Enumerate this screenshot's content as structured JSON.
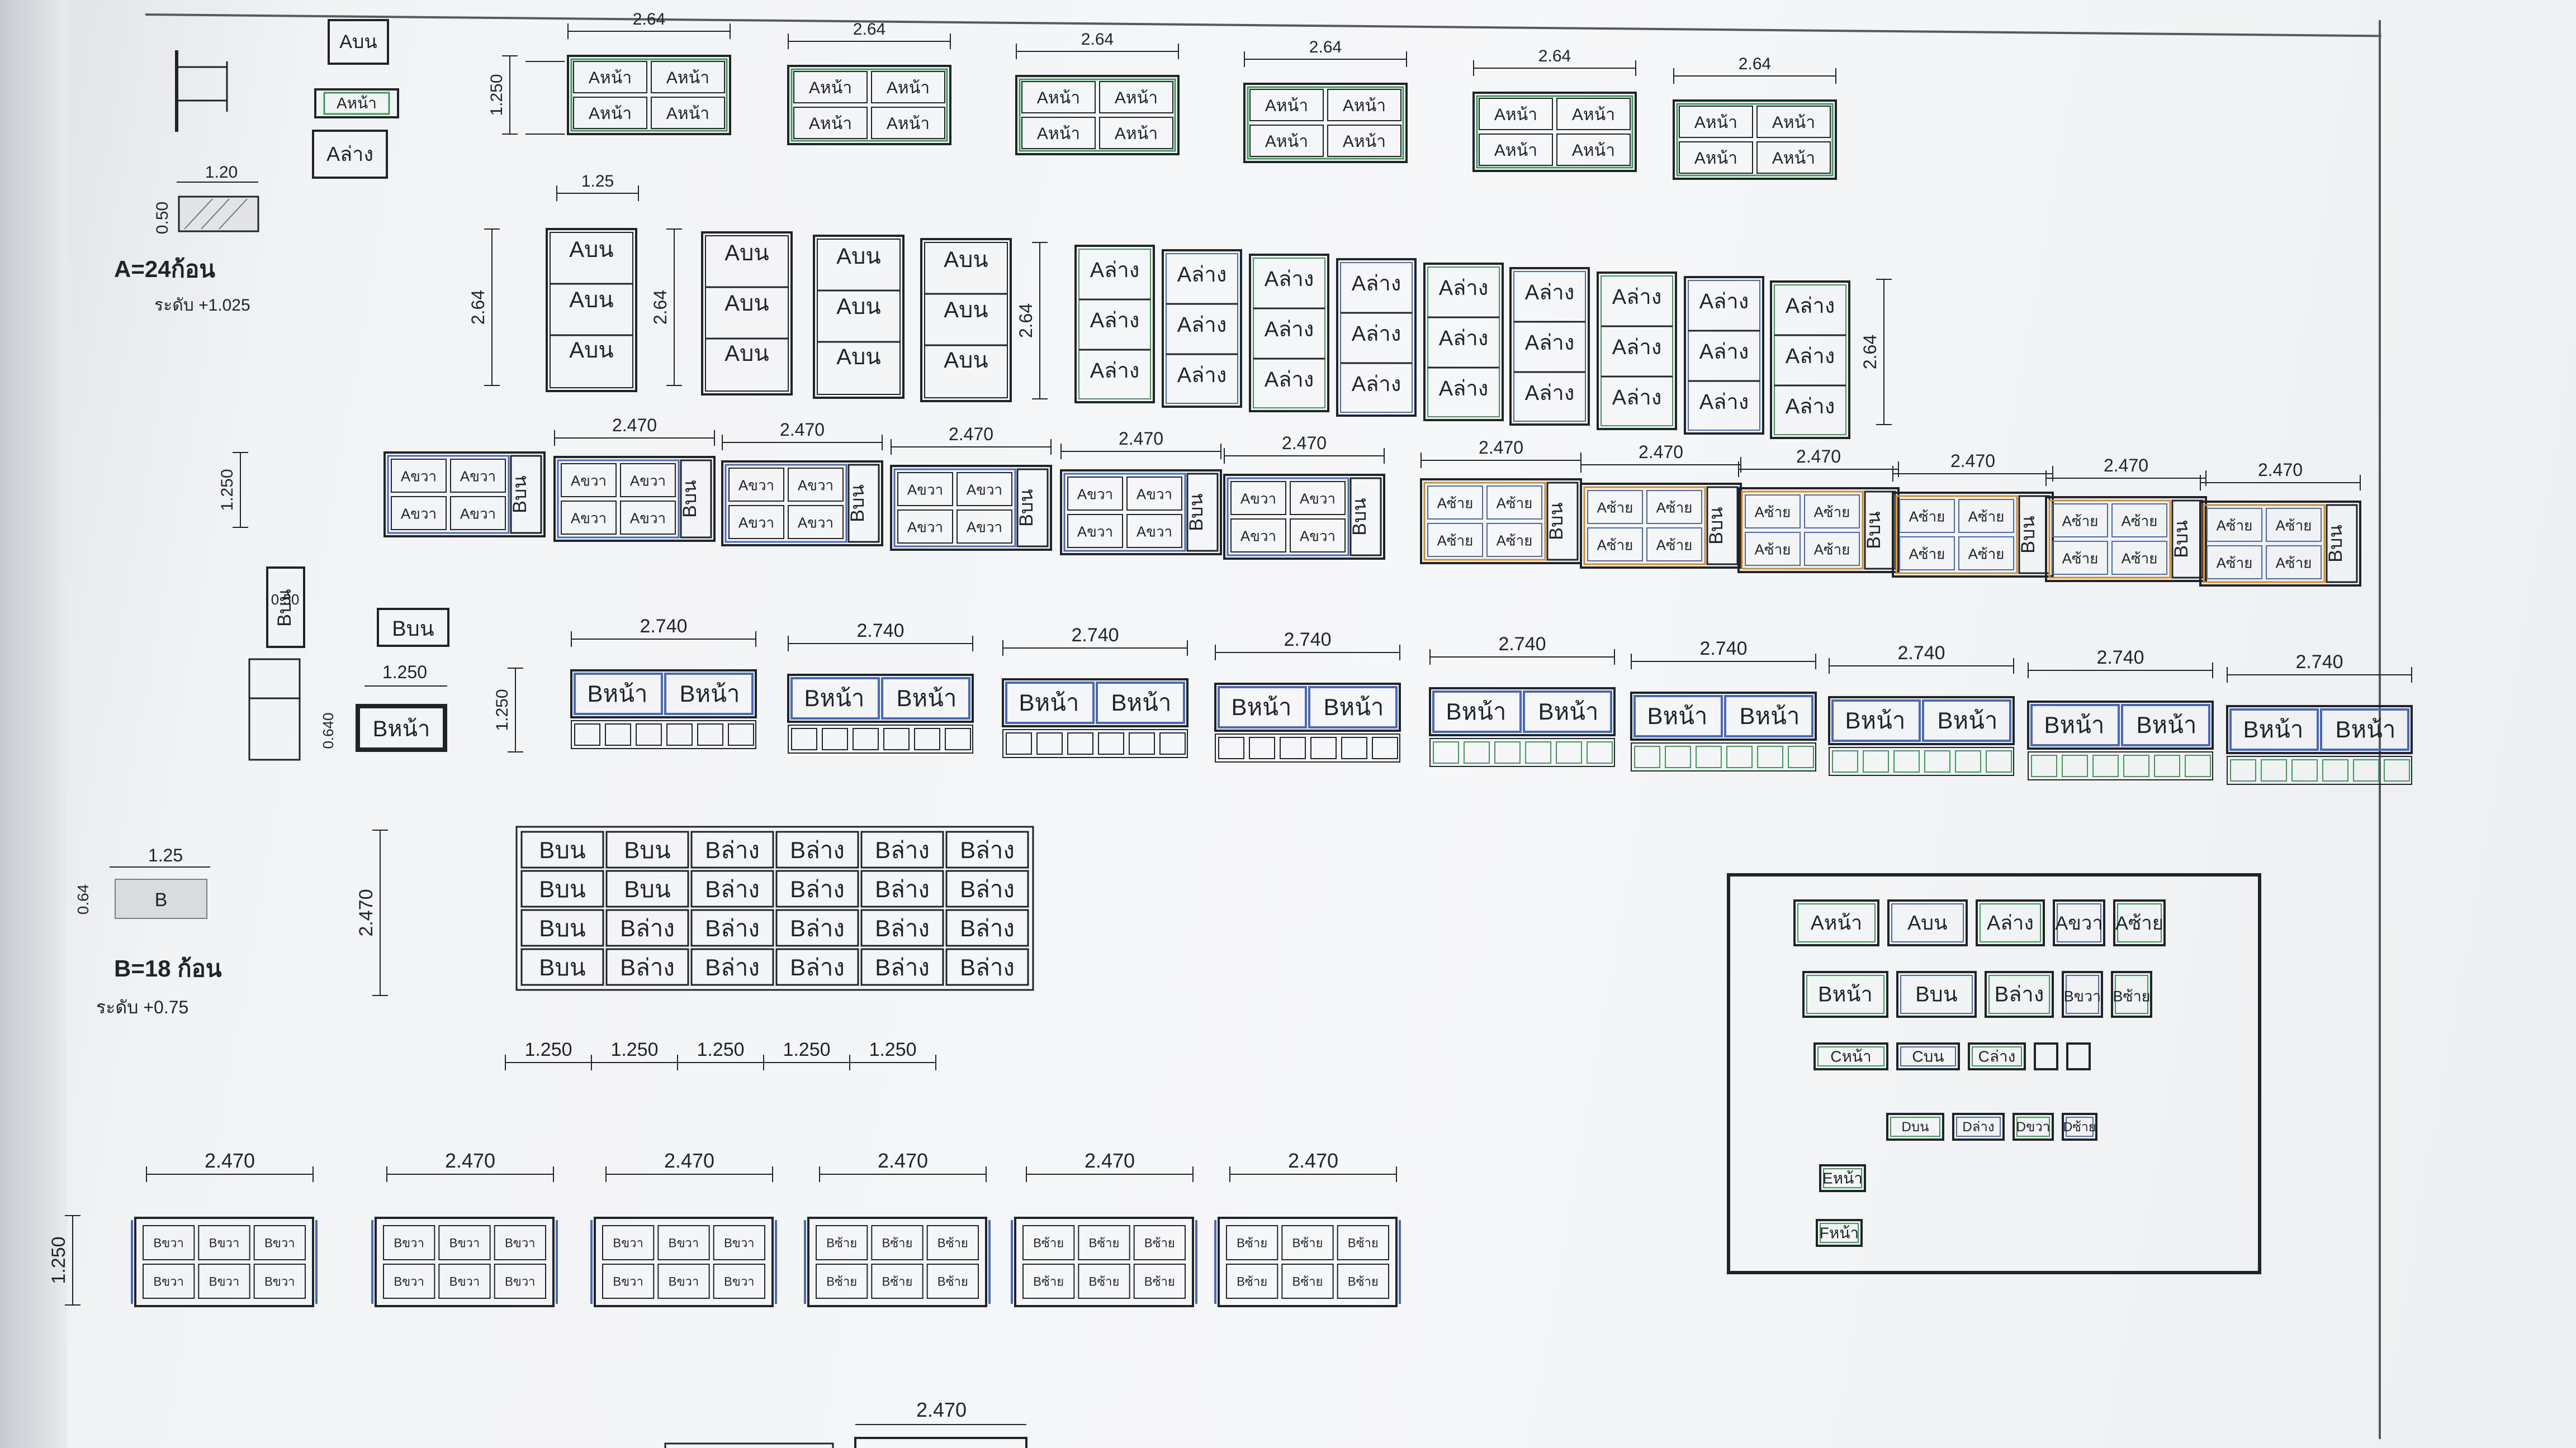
{
  "colors": {
    "ink": "#1f2428",
    "green": "#3f9a57",
    "blue": "#4a68b8",
    "orange": "#d58a2a",
    "paper": "#f4f5f7"
  },
  "stacks": {
    "a": {
      "rows": [
        {
          "kind": "label",
          "text": "Aบน"
        },
        {
          "kind": "label",
          "text": "Aหน้า"
        },
        {
          "kind": "label",
          "text": "Aล่าง"
        }
      ],
      "dim_width": "1.20",
      "dim_height": "0.50",
      "count": "A=24ก้อน",
      "level": "ระดับ +1.025"
    },
    "b": {
      "top": "Bบน",
      "front": "Bหน้า",
      "dim_width": "1.250",
      "dim_height": "0.640",
      "dim_top": "0.50",
      "dim_side": "1.25",
      "dim_side_h": "0.64",
      "count": "B=18 ก้อน",
      "level": "ระดับ +0.75",
      "side_label": "Bบน"
    }
  },
  "row1": {
    "dim": "2.64",
    "height": "1.250",
    "panels": [
      {
        "cells": [
          "Aหน้า",
          "Aหน้า",
          "Aหน้า",
          "Aหน้า"
        ]
      },
      {
        "cells": [
          "Aหน้า",
          "Aหน้า",
          "Aหน้า",
          "Aหน้า"
        ]
      },
      {
        "cells": [
          "Aหน้า",
          "Aหน้า",
          "Aหน้า",
          "Aหน้า"
        ]
      },
      {
        "cells": [
          "Aหน้า",
          "Aหน้า",
          "Aหน้า",
          "Aหน้า"
        ]
      },
      {
        "cells": [
          "Aหน้า",
          "Aหน้า",
          "Aหน้า",
          "Aหน้า"
        ]
      },
      {
        "cells": [
          "Aหน้า",
          "Aหน้า",
          "Aหน้า",
          "Aหน้า"
        ]
      }
    ]
  },
  "row2": {
    "dim_top": "1.25",
    "dim_height": "2.64",
    "upper": [
      "Aบน",
      "Aบน",
      "Aบน"
    ],
    "lower": [
      "Aล่าง",
      "Aล่าง",
      "Aล่าง"
    ]
  },
  "row3": {
    "dim": "2.470",
    "height": "1.250",
    "right_cell": "Aขวา",
    "left_cell": "Aซ้าย",
    "side": "Bบน"
  },
  "row4": {
    "dim": "2.740",
    "height": "1.250",
    "cell": "Bหน้า"
  },
  "grid": {
    "height": "2.470",
    "rows": [
      [
        "Bบน",
        "Bบน",
        "Bล่าง",
        "Bล่าง",
        "Bล่าง",
        "Bล่าง"
      ],
      [
        "Bบน",
        "Bบน",
        "Bล่าง",
        "Bล่าง",
        "Bล่าง",
        "Bล่าง"
      ],
      [
        "Bบน",
        "Bล่าง",
        "Bล่าง",
        "Bล่าง",
        "Bล่าง",
        "Bล่าง"
      ],
      [
        "Bบน",
        "Bล่าง",
        "Bล่าง",
        "Bล่าง",
        "Bล่าง",
        "Bล่าง"
      ]
    ],
    "widths": [
      "1.250",
      "1.250",
      "1.250",
      "1.250",
      "1.250"
    ]
  },
  "row6": {
    "dim": "2.470",
    "height": "1.250",
    "cell_a": "Bขวา",
    "cell_b": "Bซ้าย"
  },
  "bottom": {
    "dim": "2.470"
  },
  "legend": {
    "rows": [
      [
        "Aหน้า",
        "Aบน",
        "Aล่าง",
        "Aขวา",
        "Aซ้าย"
      ],
      [
        "Bหน้า",
        "Bบน",
        "Bล่าง",
        "Bขวา",
        "Bซ้าย"
      ],
      [
        "Cหน้า",
        "Cบน",
        "Cล่าง",
        "",
        ""
      ],
      [
        "Dบน",
        "Dล่าง",
        "Dขวา",
        "Dซ้าย"
      ],
      [
        "Eหน้า"
      ],
      [
        "Fหน้า"
      ]
    ]
  }
}
